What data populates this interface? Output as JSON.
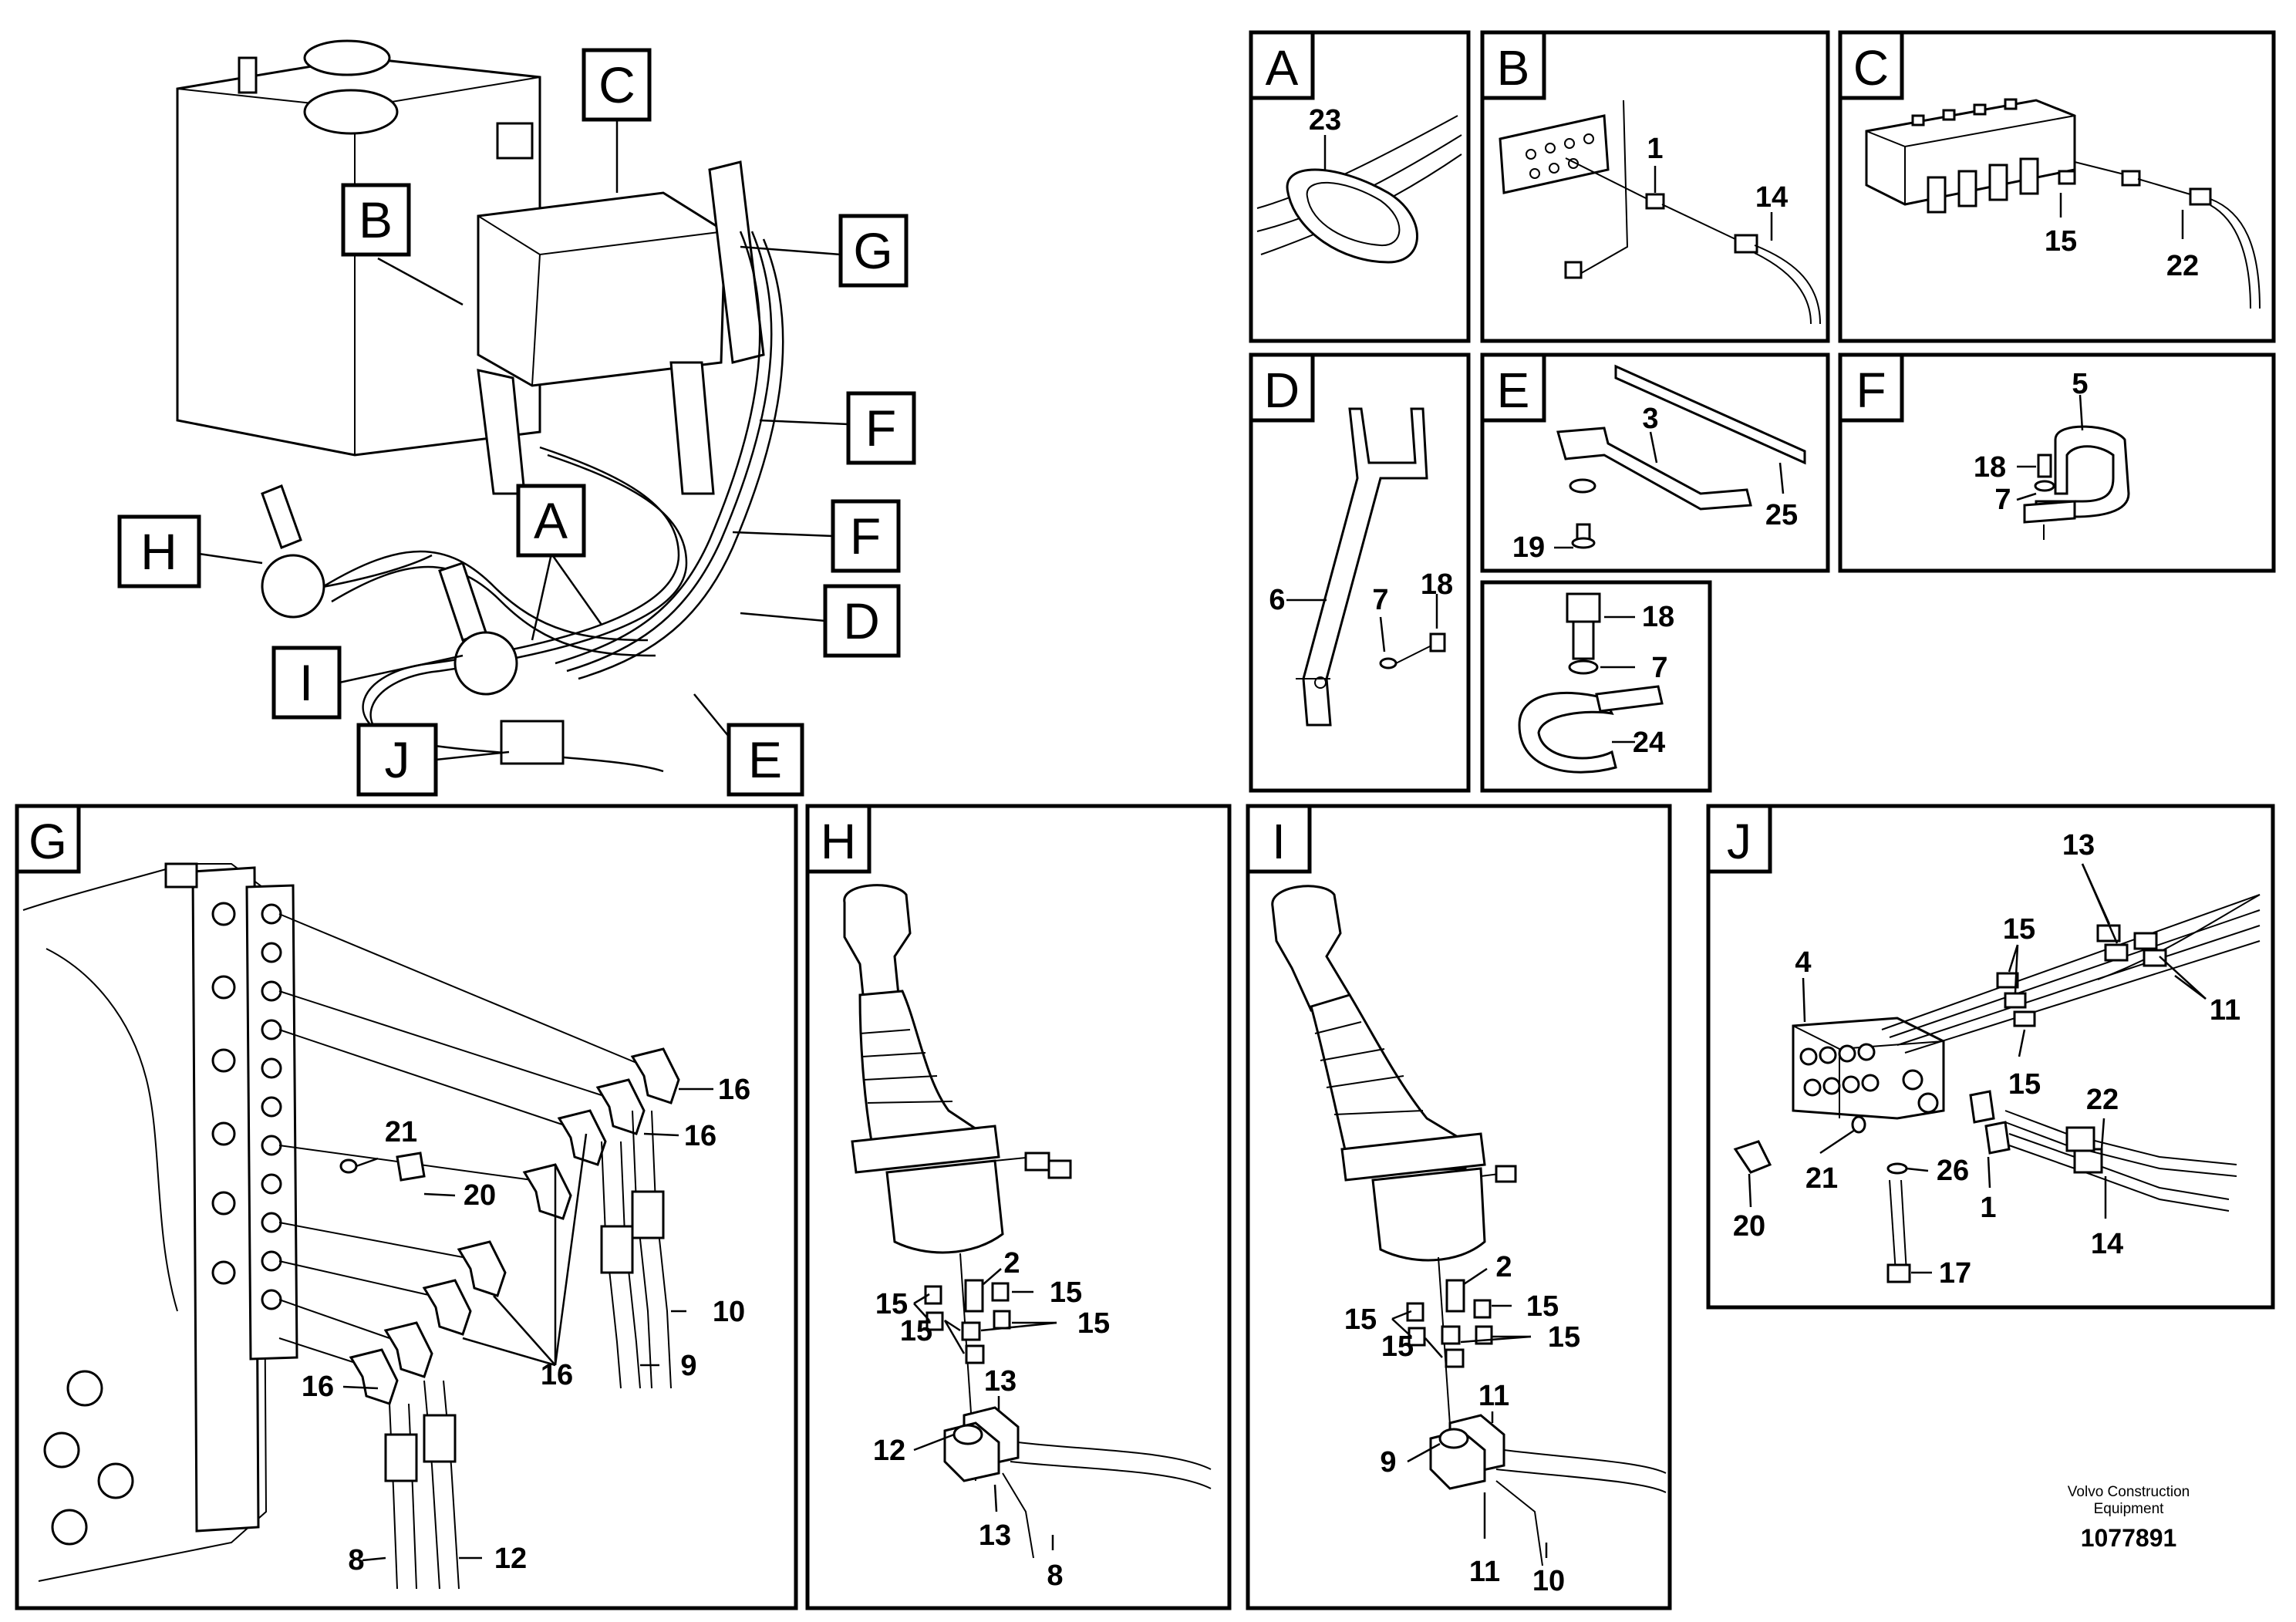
{
  "overview": {
    "callouts": [
      "A",
      "B",
      "C",
      "D",
      "E",
      "F",
      "F",
      "G",
      "H",
      "I",
      "J"
    ]
  },
  "panels": {
    "A": {
      "label": "A",
      "parts": [
        "23"
      ]
    },
    "B": {
      "label": "B",
      "parts": [
        "1",
        "14"
      ]
    },
    "C": {
      "label": "C",
      "parts": [
        "15",
        "22"
      ]
    },
    "D": {
      "label": "D",
      "parts": [
        "6",
        "7",
        "18"
      ]
    },
    "E": {
      "label": "E",
      "parts": [
        "3",
        "25",
        "19"
      ]
    },
    "F": {
      "label": "F",
      "parts": [
        "5",
        "18",
        "7"
      ]
    },
    "K": {
      "parts": [
        "18",
        "7",
        "24"
      ]
    },
    "G": {
      "label": "G",
      "parts": [
        "16",
        "16",
        "21",
        "20",
        "10",
        "9",
        "16",
        "16",
        "8",
        "12"
      ]
    },
    "H": {
      "label": "H",
      "parts": [
        "2",
        "15",
        "15",
        "15",
        "15",
        "13",
        "12",
        "13",
        "8"
      ]
    },
    "I": {
      "label": "I",
      "parts": [
        "2",
        "15",
        "15",
        "15",
        "15",
        "11",
        "9",
        "11",
        "10"
      ]
    },
    "J": {
      "label": "J",
      "parts": [
        "13",
        "15",
        "4",
        "11",
        "15",
        "22",
        "21",
        "26",
        "1",
        "20",
        "14",
        "17"
      ]
    }
  },
  "credit": {
    "line1": "Volvo Construction",
    "line2": "Equipment"
  },
  "doc_number": "1077891"
}
